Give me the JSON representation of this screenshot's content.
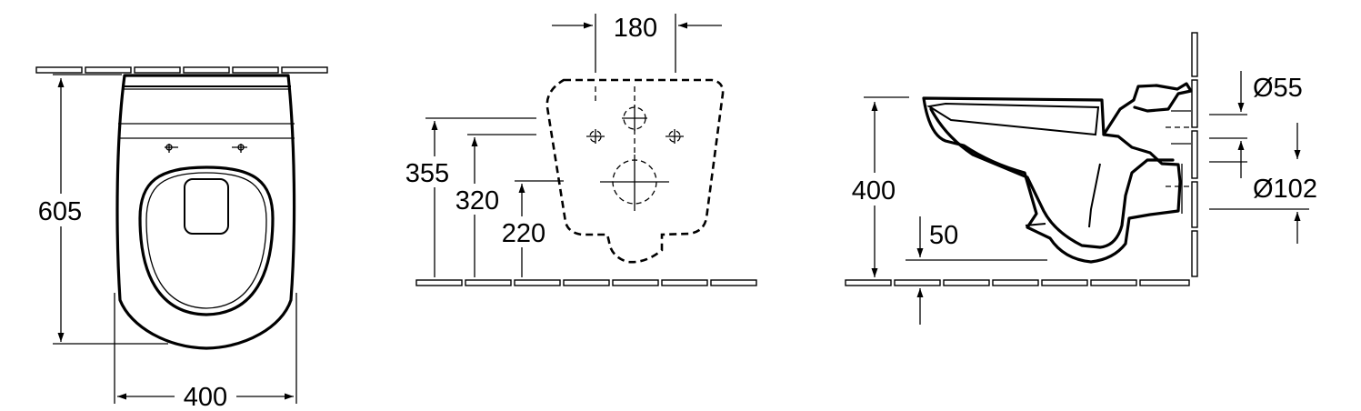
{
  "top_view": {
    "depth_label": "605",
    "width_label": "400"
  },
  "front_view": {
    "spacing_label": "180",
    "height_a": "355",
    "height_b": "320",
    "height_c": "220"
  },
  "side_view": {
    "rim_height": "400",
    "offset": "50",
    "inlet_diameter": "Ø55",
    "outlet_diameter": "Ø102"
  }
}
